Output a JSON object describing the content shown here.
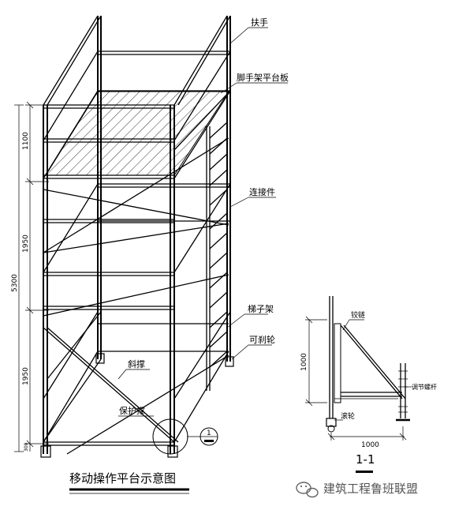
{
  "labels": {
    "handrail": "扶手",
    "platform_board": "脚手架平台板",
    "connector": "连接件",
    "ladder_frame": "梯子架",
    "brake_wheel": "可刹轮",
    "diagonal_brace": "斜撑",
    "protective_brace": "保护撑",
    "hinge": "铰链",
    "adjust_screw": "调节螺杆",
    "wheel": "滚轮"
  },
  "dimensions": {
    "top": "1100",
    "middle": "1950",
    "bottom": "1950",
    "total": "5300",
    "base_small": "300",
    "section_height": "1000",
    "section_width": "1000"
  },
  "section_marker": "1",
  "section_title": "1-1",
  "title": "移动操作平台示意图",
  "watermark": "建筑工程鲁班联盟"
}
